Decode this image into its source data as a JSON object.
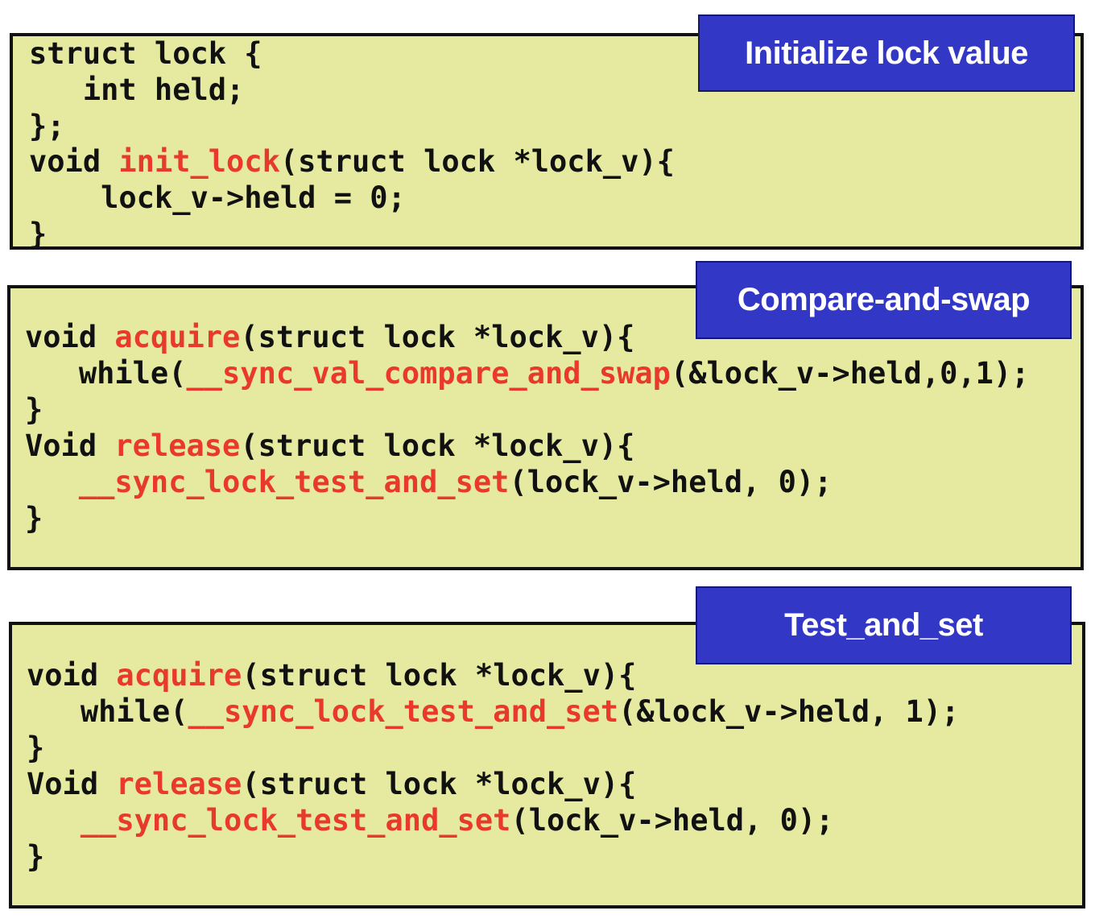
{
  "sections": [
    {
      "label": "Initialize lock value",
      "lines": [
        [
          {
            "t": "struct lock {"
          }
        ],
        [
          {
            "t": "   int held;"
          }
        ],
        [
          {
            "t": "};"
          }
        ],
        [
          {
            "t": "void "
          },
          {
            "t": "init_lock",
            "hl": true
          },
          {
            "t": "(struct lock *lock_v){"
          }
        ],
        [
          {
            "t": "    lock_v->held = 0;"
          }
        ],
        [
          {
            "t": "}"
          }
        ]
      ]
    },
    {
      "label": "Compare-and-swap",
      "lines": [
        [
          {
            "t": "void "
          },
          {
            "t": "acquire",
            "hl": true
          },
          {
            "t": "(struct lock *lock_v){"
          }
        ],
        [
          {
            "t": "   while("
          },
          {
            "t": "__sync_val_compare_and_swap",
            "hl": true
          },
          {
            "t": "(&lock_v->held,0,1);"
          }
        ],
        [
          {
            "t": "}"
          }
        ],
        [
          {
            "t": "Void "
          },
          {
            "t": "release",
            "hl": true
          },
          {
            "t": "(struct lock *lock_v){"
          }
        ],
        [
          {
            "t": "   "
          },
          {
            "t": "__sync_lock_test_and_set",
            "hl": true
          },
          {
            "t": "(lock_v->held, 0);"
          }
        ],
        [
          {
            "t": "}"
          }
        ]
      ]
    },
    {
      "label": "Test_and_set",
      "lines": [
        [
          {
            "t": "void "
          },
          {
            "t": "acquire",
            "hl": true
          },
          {
            "t": "(struct lock *lock_v){"
          }
        ],
        [
          {
            "t": "   while("
          },
          {
            "t": "__sync_lock_test_and_set",
            "hl": true
          },
          {
            "t": "(&lock_v->held, 1);"
          }
        ],
        [
          {
            "t": "}"
          }
        ],
        [
          {
            "t": "Void "
          },
          {
            "t": "release",
            "hl": true
          },
          {
            "t": "(struct lock *lock_v){"
          }
        ],
        [
          {
            "t": "   "
          },
          {
            "t": "__sync_lock_test_and_set",
            "hl": true
          },
          {
            "t": "(lock_v->held, 0);"
          }
        ],
        [
          {
            "t": "}"
          }
        ]
      ]
    }
  ],
  "colors": {
    "panel_background": "#e5eaa0",
    "label_background": "#3337c6",
    "label_text": "#ffffff",
    "code_text": "#111111",
    "highlight_text": "#e8392c"
  }
}
